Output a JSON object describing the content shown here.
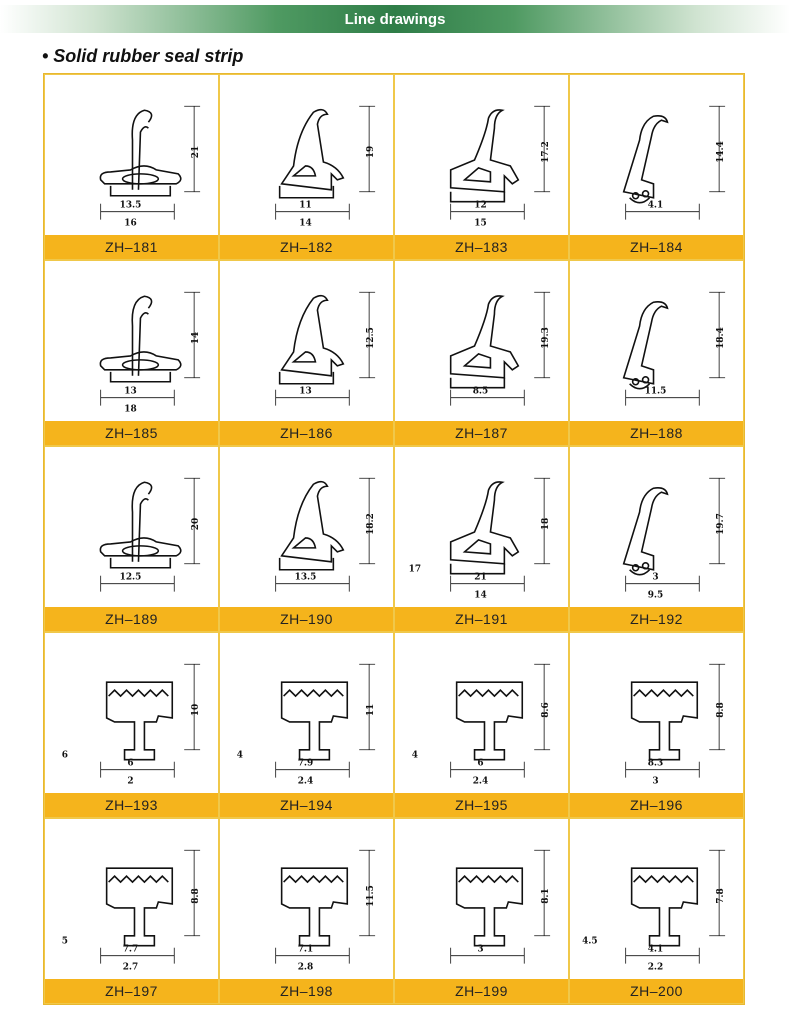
{
  "header": {
    "title": "Line drawings"
  },
  "subtitle": "• Solid rubber seal strip",
  "colors": {
    "label_bg": "#f5b41c",
    "banner": "#2f7d48",
    "grid_border": "#f0c84a"
  },
  "items": [
    {
      "code": "ZH–181",
      "dims": [
        "21",
        "13.5",
        "16"
      ]
    },
    {
      "code": "ZH–182",
      "dims": [
        "19",
        "11",
        "14"
      ]
    },
    {
      "code": "ZH–183",
      "dims": [
        "17.2",
        "12",
        "15"
      ]
    },
    {
      "code": "ZH–184",
      "dims": [
        "14.4",
        "4.1"
      ]
    },
    {
      "code": "ZH–185",
      "dims": [
        "14",
        "13",
        "18"
      ]
    },
    {
      "code": "ZH–186",
      "dims": [
        "12.5",
        "13"
      ]
    },
    {
      "code": "ZH–187",
      "dims": [
        "19.3",
        "8.5"
      ]
    },
    {
      "code": "ZH–188",
      "dims": [
        "18.4",
        "11.5"
      ]
    },
    {
      "code": "ZH–189",
      "dims": [
        "20",
        "12.5"
      ]
    },
    {
      "code": "ZH–190",
      "dims": [
        "18.2",
        "13.5"
      ]
    },
    {
      "code": "ZH–191",
      "dims": [
        "18",
        "21",
        "14",
        "17"
      ]
    },
    {
      "code": "ZH–192",
      "dims": [
        "19.7",
        "3",
        "9.5"
      ]
    },
    {
      "code": "ZH–193",
      "dims": [
        "10",
        "6",
        "2",
        "6"
      ]
    },
    {
      "code": "ZH–194",
      "dims": [
        "11",
        "7.9",
        "2.4",
        "4"
      ]
    },
    {
      "code": "ZH–195",
      "dims": [
        "8.6",
        "6",
        "2.4",
        "4"
      ]
    },
    {
      "code": "ZH–196",
      "dims": [
        "8.8",
        "8.3",
        "3"
      ]
    },
    {
      "code": "ZH–197",
      "dims": [
        "8.8",
        "7.7",
        "2.7",
        "5"
      ]
    },
    {
      "code": "ZH–198",
      "dims": [
        "11.5",
        "7.1",
        "2.8"
      ]
    },
    {
      "code": "ZH–199",
      "dims": [
        "8.1",
        "3"
      ]
    },
    {
      "code": "ZH–200",
      "dims": [
        "7.8",
        "4.1",
        "2.2",
        "4.5"
      ]
    }
  ]
}
